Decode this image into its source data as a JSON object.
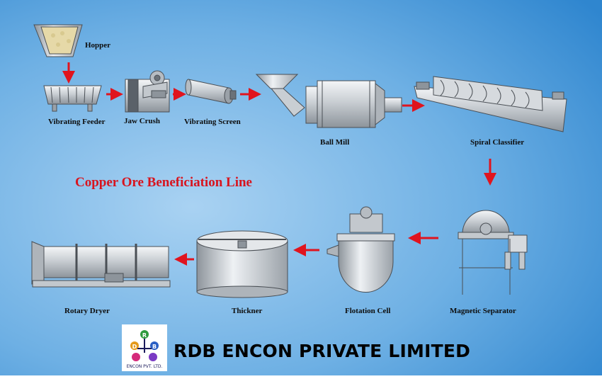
{
  "diagram_title": "Copper Ore Beneficiation Line",
  "company_name": "RDB ENCON PRIVATE LIMITED",
  "logo": {
    "letters": [
      "R",
      "D",
      "B"
    ],
    "caption": "ENCON PVT. LTD."
  },
  "equipment": [
    {
      "id": "hopper",
      "label": "Hopper"
    },
    {
      "id": "vibrating-feeder",
      "label": "Vibrating Feeder"
    },
    {
      "id": "jaw-crush",
      "label": "Jaw Crush"
    },
    {
      "id": "vibrating-screen",
      "label": "Vibrating Screen"
    },
    {
      "id": "ball-mill",
      "label": "Ball Mill"
    },
    {
      "id": "spiral-classifier",
      "label": "Spiral Classifier"
    },
    {
      "id": "magnetic-separator",
      "label": "Magnetic Separator"
    },
    {
      "id": "flotation-cell",
      "label": "Flotation Cell"
    },
    {
      "id": "thickner",
      "label": "Thickner"
    },
    {
      "id": "rotary-dryer",
      "label": "Rotary Dryer"
    }
  ],
  "flow": [
    [
      "hopper",
      "vibrating-feeder"
    ],
    [
      "vibrating-feeder",
      "jaw-crush"
    ],
    [
      "jaw-crush",
      "vibrating-screen"
    ],
    [
      "vibrating-screen",
      "ball-mill"
    ],
    [
      "ball-mill",
      "spiral-classifier"
    ],
    [
      "spiral-classifier",
      "magnetic-separator"
    ],
    [
      "magnetic-separator",
      "flotation-cell"
    ],
    [
      "flotation-cell",
      "thickner"
    ],
    [
      "thickner",
      "rotary-dryer"
    ]
  ],
  "colors": {
    "background_light": "#8fc4ee",
    "background_dark": "#2f86cf",
    "arrow": "#e0141e",
    "title": "#d8141e",
    "machine_fill": "#d9dde1",
    "machine_stroke": "#4a4f55"
  }
}
